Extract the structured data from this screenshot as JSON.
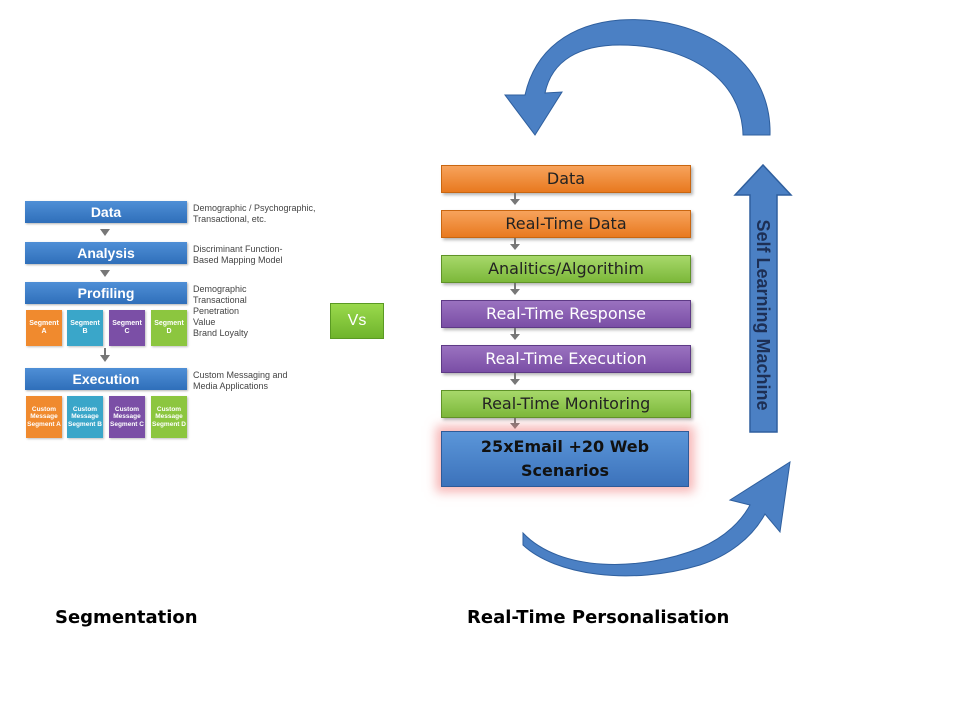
{
  "segmentation": {
    "stages": [
      {
        "label": "Data",
        "desc": [
          "Demographic / Psychographic,",
          "Transactional, etc."
        ]
      },
      {
        "label": "Analysis",
        "desc": [
          "Discriminant Function-",
          "Based Mapping Model"
        ]
      },
      {
        "label": "Profiling",
        "desc": [
          "Demographic",
          "Transactional",
          "Penetration",
          "Value",
          "Brand Loyalty"
        ]
      },
      {
        "label": "Execution",
        "desc": [
          "Custom Messaging and",
          "Media Applications"
        ]
      }
    ],
    "segments": [
      "Segment A",
      "Segment B",
      "Segment C",
      "Segment D"
    ],
    "custom_segments": [
      "Custom Message Segment A",
      "Custom Message Segment B",
      "Custom Message Segment C",
      "Custom Message Segment D"
    ],
    "caption": "Segmentation"
  },
  "vs_label": "Vs",
  "personalisation": {
    "steps": [
      "Data",
      "Real-Time Data",
      "Analitics/Algorithim",
      "Real-Time Response",
      "Real-Time Execution",
      "Real-Time Monitoring"
    ],
    "final": "25xEmail +20 Web Scenarios",
    "loop_label": "Self Learning Machine",
    "caption": "Real-Time Personalisation"
  },
  "colors": {
    "blue": "#3f7fc8",
    "orange": "#f08a2e",
    "teal": "#3aa6c9",
    "purple": "#7b4fa6",
    "green": "#8cc63f",
    "arrow": "#4b80c4"
  }
}
